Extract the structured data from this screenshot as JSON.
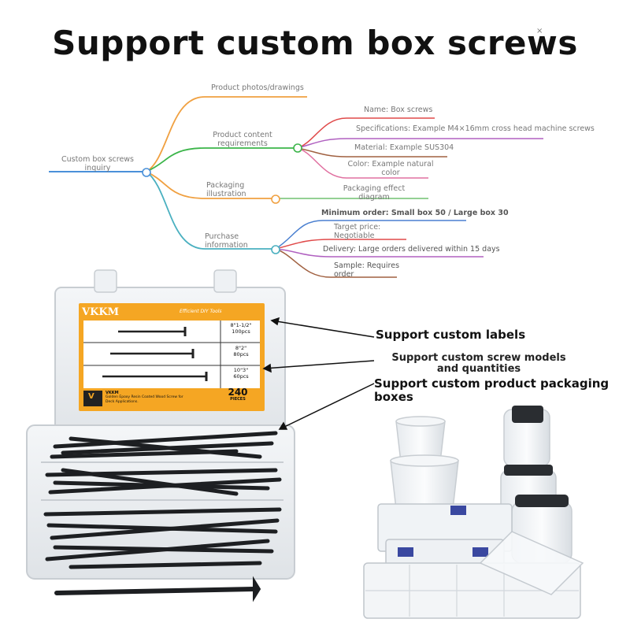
{
  "title": "Support custom box screws",
  "close_mark": "×",
  "mindmap": {
    "root": "Custom box screws inquiry",
    "branches": {
      "photos": "Product photos/drawings",
      "content": "Product content requirements",
      "packaging": "Packaging illustration",
      "purchase": "Purchase information"
    },
    "content_items": {
      "name": "Name: Box screws",
      "spec": "Specifications: Example M4×16mm cross head machine screws",
      "material": "Material: Example SUS304",
      "color": "Color: Example natural color"
    },
    "packaging_item": "Packaging effect diagram",
    "purchase_items": {
      "min_order": "Minimum order: Small box 50 / Large box 30",
      "target_price": "Target price: Negotiable",
      "delivery": "Delivery: Large orders delivered within 15 days",
      "sample": "Sample: Requires order"
    },
    "colors": {
      "root": "#4a90d9",
      "orange": "#f0a040",
      "green": "#3cb54a",
      "purple": "#b060c0",
      "red": "#e04a4a",
      "blue": "#4a7fd0",
      "brown": "#a06040",
      "pink": "#e070a0",
      "lightgreen": "#70c070"
    }
  },
  "callouts": {
    "labels": "Support custom labels",
    "models": "Support custom screw models and quantities",
    "boxes": "Support custom product packaging boxes"
  },
  "product_label": {
    "brand": "VKKM",
    "tagline": "Efficient DIY Tools",
    "rows": [
      {
        "size": "8\"1-1/2\"",
        "count": "100pcs"
      },
      {
        "size": "8\"2\"",
        "count": "80pcs"
      },
      {
        "size": "10\"3\"",
        "count": "60pcs"
      }
    ],
    "footer_brand": "VKKM",
    "footer_desc": "Golden Epoxy Resin Coated Wood Screw for Deck Applications.",
    "total": "240",
    "total_unit": "PIECES",
    "badge_letter": "V",
    "label_color": "#f5a623"
  }
}
